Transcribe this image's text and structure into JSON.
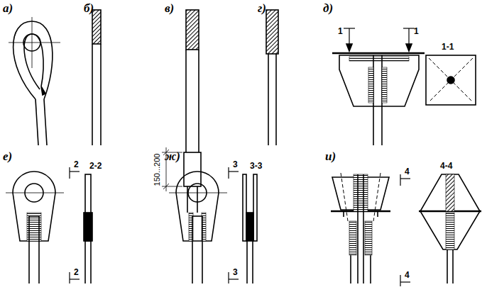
{
  "diagram": {
    "labels": [
      "а)",
      "б)",
      "в)",
      "г)",
      "д)",
      "150...200",
      "1",
      "1",
      "1-1",
      "е)",
      "2",
      "2",
      "2-2",
      "ж)",
      "3",
      "3",
      "3-3",
      "и)",
      "4",
      "4",
      "4-4"
    ]
  }
}
